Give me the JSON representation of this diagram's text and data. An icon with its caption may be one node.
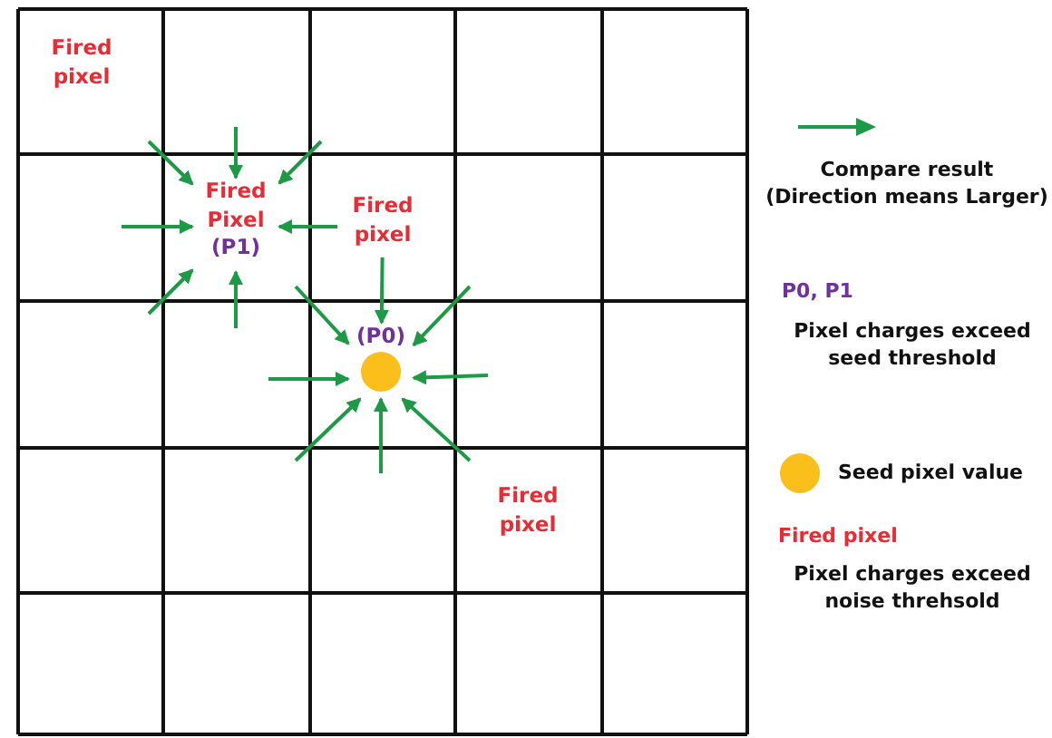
{
  "diagram": {
    "nodes": [
      {
        "text": [
          "Fired Pixel",
          "(P1)"
        ]
      },
      {
        "text": [],
        "shape": "circle",
        "beside": [
          "(P0)"
        ]
      },
      {
        "text": [
          "Fired pixel"
        ]
      }
    ],
    "edges": [
      {
        "from": null,
        "to": 0,
        "arrow": "to"
      },
      {
        "from": null,
        "to": 0,
        "arrow": "to"
      },
      {
        "from": null,
        "to": 0,
        "arrow": "to"
      },
      {
        "from": null,
        "to": 0,
        "arrow": "to"
      },
      {
        "from": 2,
        "to": 0,
        "arrow": "to"
      },
      {
        "from": null,
        "to": 0,
        "arrow": "to"
      },
      {
        "from": null,
        "to": 0,
        "arrow": "to"
      },
      {
        "from": null,
        "to": 1,
        "arrow": "to"
      },
      {
        "from": 2,
        "to": 1,
        "arrow": "to"
      },
      {
        "from": null,
        "to": 1,
        "arrow": "to"
      },
      {
        "from": null,
        "to": 1,
        "arrow": "to"
      },
      {
        "from": null,
        "to": 1,
        "arrow": "to"
      },
      {
        "from": null,
        "to": 1,
        "arrow": "to"
      },
      {
        "from": null,
        "to": 1,
        "arrow": "to"
      },
      {
        "from": null,
        "to": 1,
        "arrow": "to"
      }
    ],
    "labels": [
      "Fired pixel",
      "Fired pixel",
      "P0, P1",
      "Pixel charges exceed seed threshold",
      "Fired pixel",
      "Pixel charges exceed noise threhsold"
    ],
    "legend": [
      {
        "text": "Compare result (Direction means Larger)"
      },
      {
        "text": "Seed pixel value",
        "color": "#fbbf1b"
      }
    ]
  }
}
